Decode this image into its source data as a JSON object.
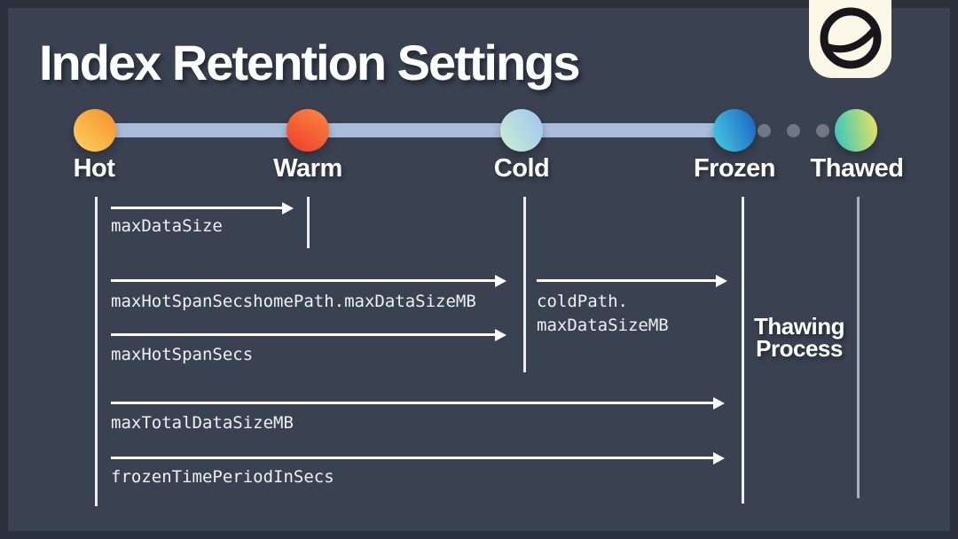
{
  "title": "Index Retention Settings",
  "logo": {
    "icon": "circle-horizon-logo",
    "background": "#faf7e6",
    "glyph_color": "#17171b"
  },
  "timeline": {
    "stages": [
      {
        "label": "Hot",
        "gradient": [
          "#fdd45e",
          "#f78d2d"
        ],
        "angle": 45
      },
      {
        "label": "Warm",
        "gradient": [
          "#ee3b2c",
          "#fb8a3e"
        ],
        "angle": 30
      },
      {
        "label": "Cold",
        "gradient": [
          "#c9f0cf",
          "#9fc4f4"
        ],
        "angle": 60
      },
      {
        "label": "Frozen",
        "gradient": [
          "#45cfe2",
          "#1d5fc4"
        ],
        "angle": 70
      },
      {
        "label": "Thawed",
        "gradient": [
          "#2fc4c4",
          "#eee45c"
        ],
        "angle": 80
      }
    ],
    "bar_color": "#a9bdd9",
    "dot_color": "#6e7887",
    "gap_dot_count": 3
  },
  "settings": [
    {
      "label": "maxDataSize",
      "from": "Hot",
      "to": "Warm"
    },
    {
      "label": "maxHotSpanSecshomePath.maxDataSizeMB",
      "from": "Hot",
      "to": "Cold"
    },
    {
      "label": "maxHotSpanSecs",
      "from": "Hot",
      "to": "Cold"
    },
    {
      "label_line1": "coldPath.",
      "label_line2": "maxDataSizeMB",
      "from": "Cold",
      "to": "Frozen"
    },
    {
      "label": "maxTotalDataSizeMB",
      "from": "Hot",
      "to": "Frozen"
    },
    {
      "label": "frozenTimePeriodInSecs",
      "from": "Hot",
      "to": "Frozen"
    }
  ],
  "annotations": {
    "thawing_line1": "Thawing",
    "thawing_line2": "Process"
  },
  "colors": {
    "background": "#3a4150",
    "frame": "#2b313d",
    "text": "#ffffff",
    "mono_text": "#eef1f4",
    "lane_line": "#edf0f3",
    "thawed_lane_line": "#a9b1bc"
  }
}
